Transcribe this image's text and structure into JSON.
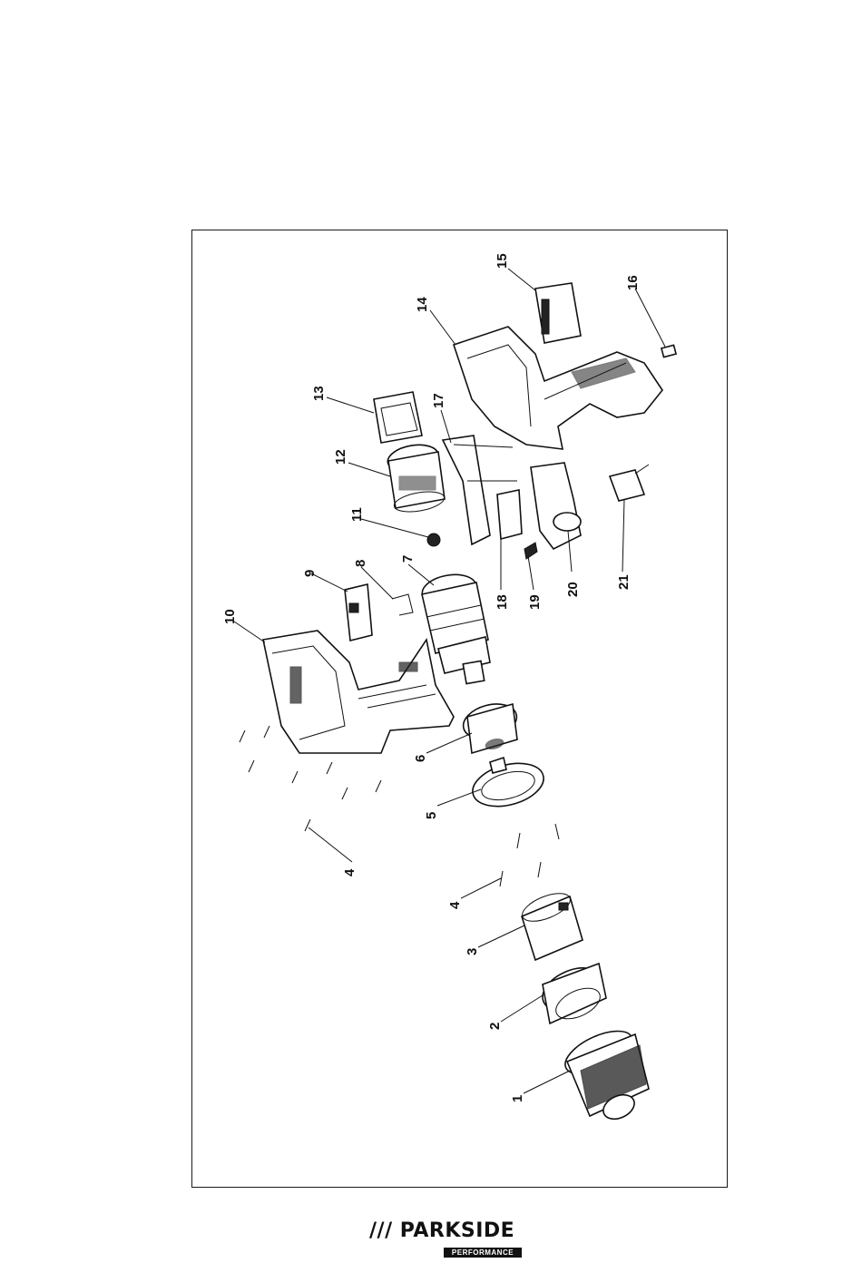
{
  "figure": {
    "part_labels": [
      "1",
      "2",
      "3",
      "4",
      "4",
      "5",
      "6",
      "7",
      "8",
      "9",
      "10",
      "11",
      "12",
      "13",
      "14",
      "15",
      "16",
      "17",
      "18",
      "19",
      "20",
      "21"
    ]
  },
  "brand": {
    "name": "/// PARKSIDE",
    "sub": "PERFORMANCE"
  }
}
